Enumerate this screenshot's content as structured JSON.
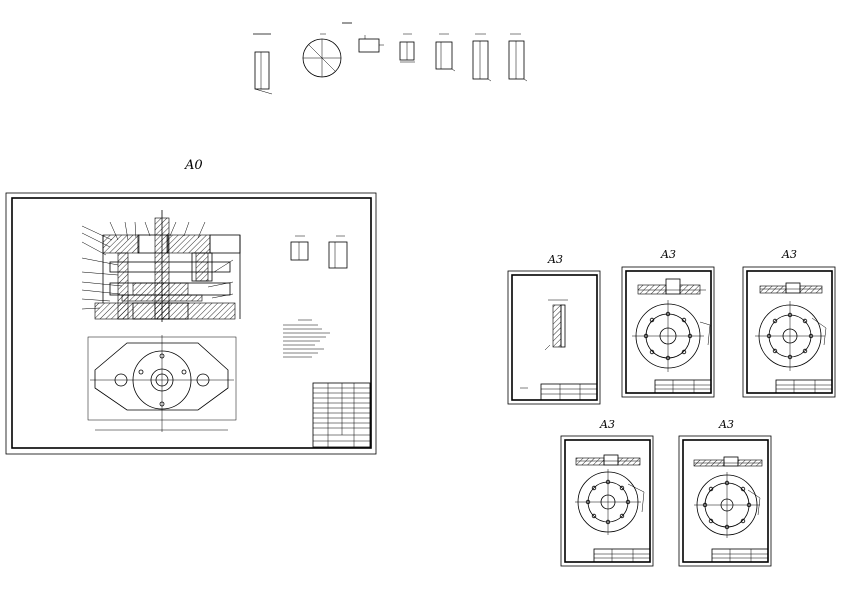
{
  "sheets": {
    "a0": {
      "label": "A0"
    },
    "a3_1": {
      "label": "A3"
    },
    "a3_2": {
      "label": "A3"
    },
    "a3_3": {
      "label": "A3"
    },
    "a3_4": {
      "label": "A3"
    },
    "a3_5": {
      "label": "A3"
    }
  }
}
